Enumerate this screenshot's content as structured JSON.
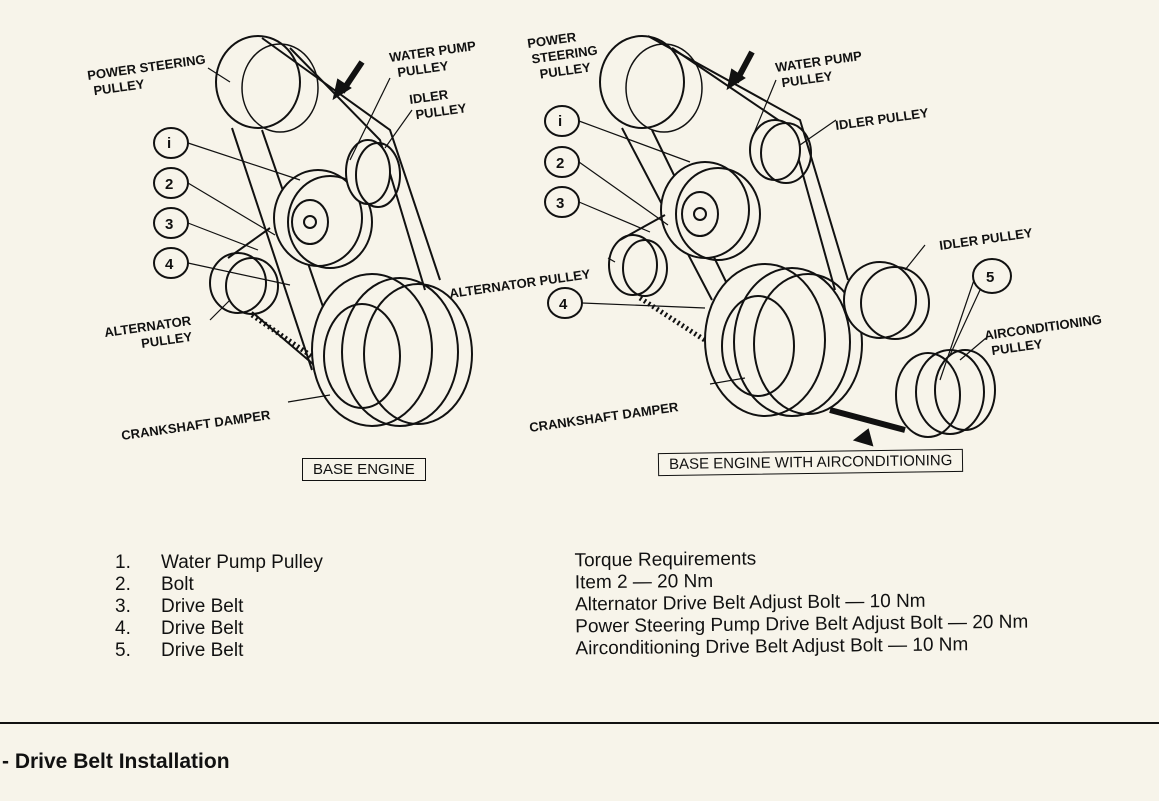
{
  "left_diagram": {
    "labels": {
      "power_steering": [
        "POWER STEERING",
        "PULLEY"
      ],
      "water_pump": [
        "WATER PUMP",
        "PULLEY"
      ],
      "idler": [
        "IDLER",
        "PULLEY"
      ],
      "alternator": [
        "ALTERNATOR",
        "PULLEY"
      ],
      "crankshaft": "CRANKSHAFT DAMPER"
    },
    "callouts": [
      "i",
      "2",
      "3",
      "4"
    ],
    "caption": "BASE ENGINE"
  },
  "right_diagram": {
    "labels": {
      "power_steering": [
        "POWER",
        "STEERING",
        "PULLEY"
      ],
      "water_pump": [
        "WATER PUMP",
        "PULLEY"
      ],
      "idler_top": "IDLER PULLEY",
      "idler_lower": "IDLER PULLEY",
      "alternator": "ALTERNATOR PULLEY",
      "crankshaft": "CRANKSHAFT DAMPER",
      "aircon": [
        "AIRCONDITIONING",
        "PULLEY"
      ]
    },
    "callouts": [
      "i",
      "2",
      "3",
      "4",
      "5"
    ],
    "caption": "BASE ENGINE WITH AIRCONDITIONING"
  },
  "legend": [
    {
      "num": "1.",
      "text": "Water Pump Pulley"
    },
    {
      "num": "2.",
      "text": "Bolt"
    },
    {
      "num": "3.",
      "text": "Drive Belt"
    },
    {
      "num": "4.",
      "text": "Drive Belt"
    },
    {
      "num": "5.",
      "text": "Drive Belt"
    }
  ],
  "torque": {
    "title": "Torque Requirements",
    "items": [
      "Item 2 — 20 Nm",
      "Alternator Drive Belt Adjust Bolt — 10 Nm",
      "Power Steering Pump Drive Belt Adjust Bolt — 20 Nm",
      "Airconditioning Drive Belt Adjust Bolt — 10 Nm"
    ]
  },
  "footer_title": "- Drive Belt Installation"
}
